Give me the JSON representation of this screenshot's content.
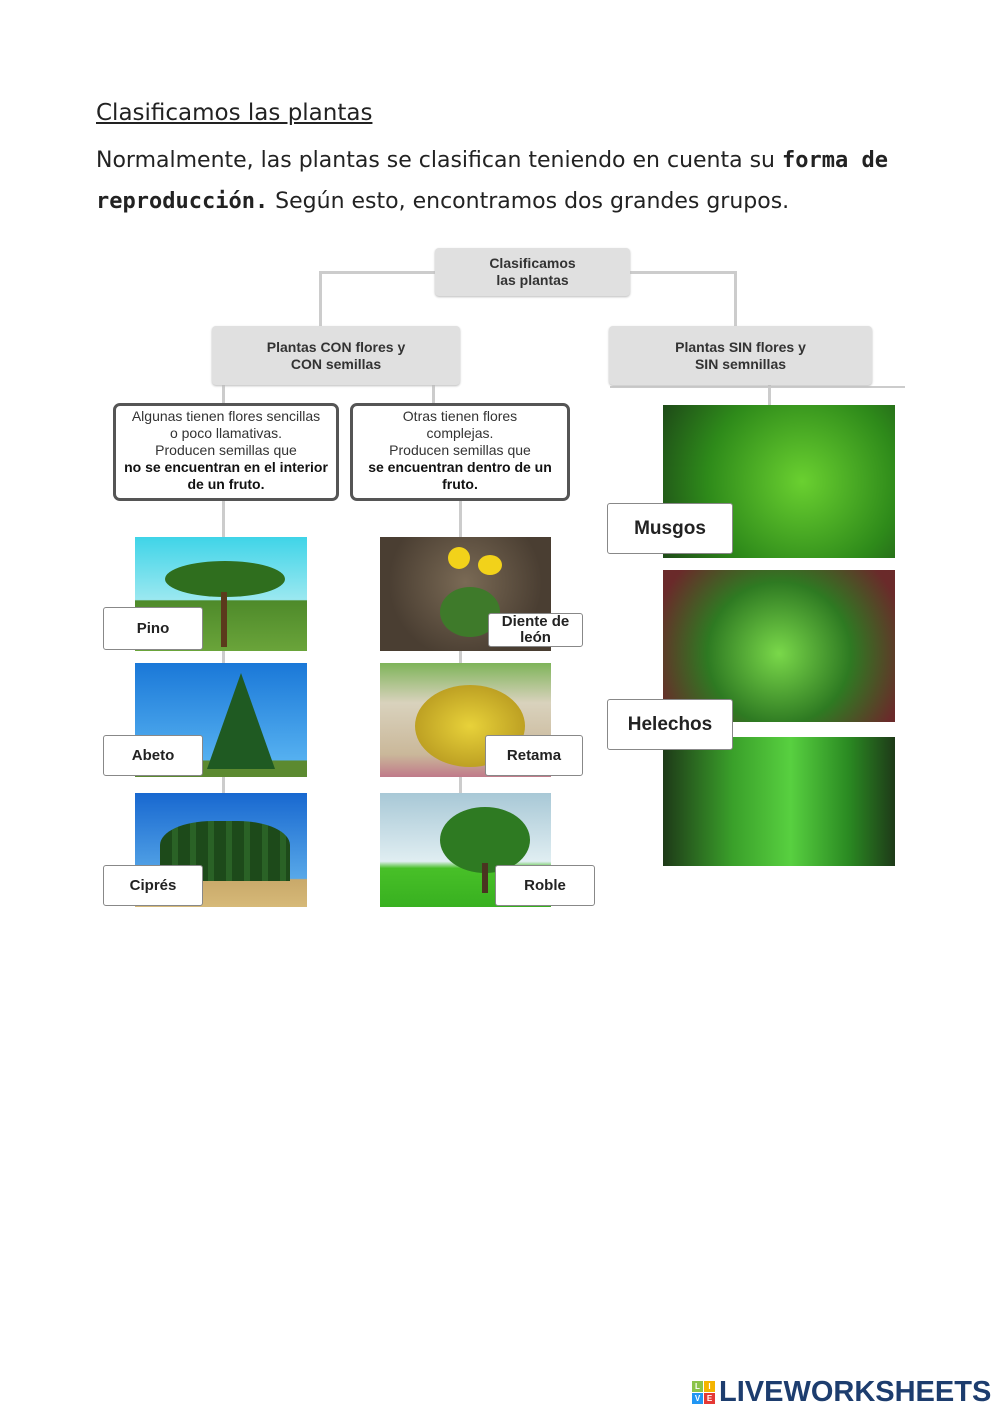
{
  "title": "Clasificamos las plantas",
  "intro": {
    "text1": "Normalmente, las plantas se clasifican teniendo en cuenta su ",
    "bold": "forma de reproducción.",
    "text2": " Según esto, encontramos dos grandes grupos."
  },
  "diagram": {
    "root": [
      "Clasificamos",
      "las plantas"
    ],
    "with_flowers": [
      "Plantas CON flores y",
      "CON semillas"
    ],
    "without_flowers": [
      "Plantas SIN flores y",
      "SIN semnillas"
    ],
    "desc_simple": {
      "lines": [
        "Algunas tienen flores sencillas",
        "o poco llamativas.",
        "Producen semillas que"
      ],
      "bold": [
        "no se encuentran en el interior",
        "de un fruto."
      ]
    },
    "desc_complex": {
      "lines": [
        "Otras tienen flores",
        "complejas.",
        "Producen semillas que"
      ],
      "bold": [
        "se encuentran dentro de un",
        "fruto."
      ]
    },
    "labels": {
      "pino": "Pino",
      "abeto": "Abeto",
      "cipres": "Ciprés",
      "diente": "Diente de león",
      "retama": "Retama",
      "roble": "Roble",
      "musgos": "Musgos",
      "helechos": "Helechos"
    }
  },
  "logo": {
    "letters": [
      "L",
      "I",
      "V",
      "E"
    ],
    "text": "LIVEWORKSHEETS"
  }
}
